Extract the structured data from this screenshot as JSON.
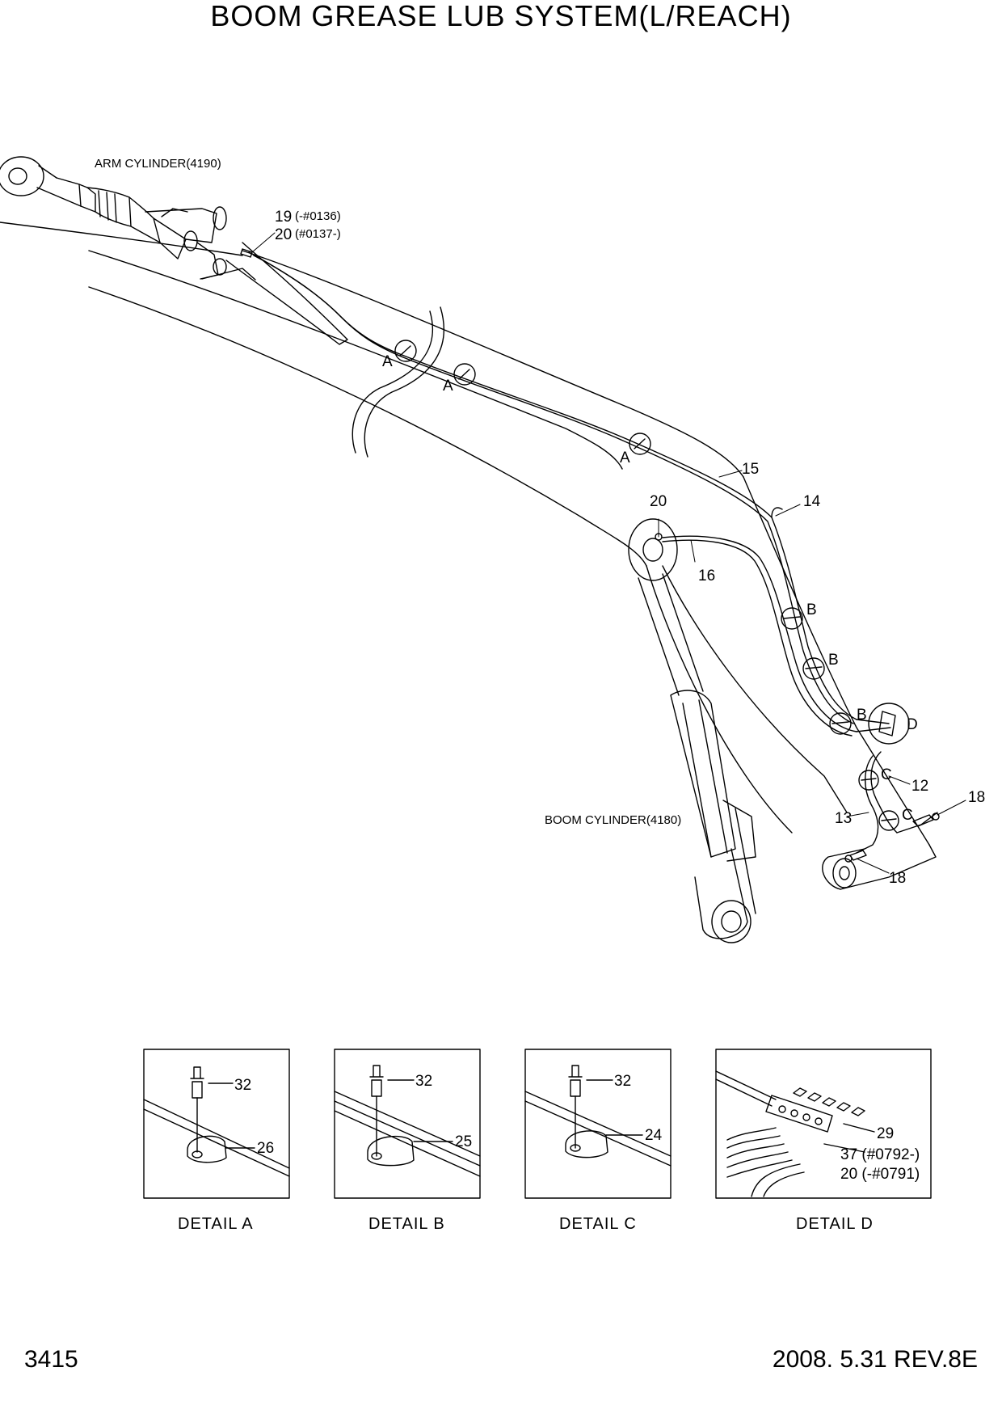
{
  "title": "BOOM GREASE LUB SYSTEM(L/REACH)",
  "page_number": "3415",
  "revision": "2008. 5.31  REV.8E",
  "components": {
    "arm_cylinder": "ARM CYLINDER(4190)",
    "boom_cylinder": "BOOM CYLINDER(4180)"
  },
  "callouts": {
    "p19": "19",
    "p19_serial": "(-#0136)",
    "p20_top": "20",
    "p20_top_serial": "(#0137-)",
    "a1": "A",
    "a2": "A",
    "a3": "A",
    "p15": "15",
    "p14": "14",
    "p20": "20",
    "p16": "16",
    "b1": "B",
    "b2": "B",
    "b3": "B",
    "d": "D",
    "c1": "C",
    "c2": "C",
    "p12": "12",
    "p13": "13",
    "p18a": "18",
    "p18b": "18"
  },
  "details": [
    {
      "caption": "DETAIL  A",
      "bolt": "32",
      "clamp": "26"
    },
    {
      "caption": "DETAIL  B",
      "bolt": "32",
      "clamp": "25"
    },
    {
      "caption": "DETAIL  C",
      "bolt": "32",
      "clamp": "24"
    },
    {
      "caption": "DETAIL  D",
      "block": "29",
      "fitting1": "37 (#0792-)",
      "fitting2": "20 (-#0791)"
    }
  ]
}
